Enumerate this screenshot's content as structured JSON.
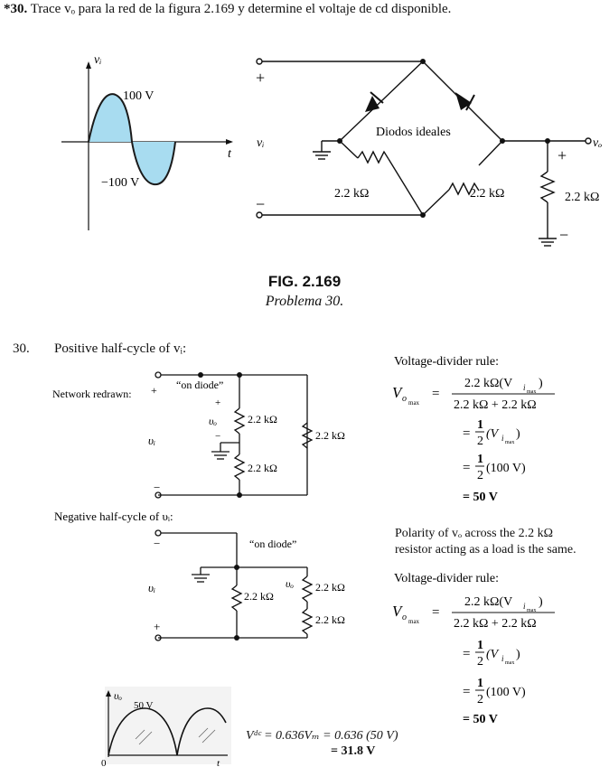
{
  "problem": {
    "number": "*30.",
    "text": "Trace vₒ para la red de la figura 2.169 y determine el voltaje de cd disponible."
  },
  "figure": {
    "input_wave": {
      "axis_v": "vᵢ",
      "axis_t": "t",
      "peak_pos": "100 V",
      "peak_neg": "−100 V"
    },
    "circuit": {
      "plus": "+",
      "minus": "−",
      "vi": "vᵢ",
      "diodes": "Diodos ideales",
      "r1": "2.2 kΩ",
      "r2": "2.2 kΩ",
      "r3": "2.2 kΩ",
      "vo": "vₒ",
      "out_plus": "+",
      "out_minus": "−"
    },
    "caption": "FIG. 2.169",
    "subcaption": "Problema 30."
  },
  "solution": {
    "number": "30.",
    "heading": "Positive half-cycle of vᵢ:",
    "pos_circuit": {
      "label": "Network redrawn:",
      "plus": "+",
      "on_diode": "“on diode”",
      "vo_plus": "+",
      "vo": "υₒ",
      "vo_minus": "−",
      "vi": "υᵢ",
      "minus": "−",
      "r_top": "2.2 kΩ",
      "r_bottom": "2.2 kΩ",
      "r_right": "2.2 kΩ"
    },
    "neg_heading": "Negative half-cycle of υᵢ:",
    "neg_circuit": {
      "minus": "−",
      "on_diode": "“on diode”",
      "vi": "υᵢ",
      "plus": "+",
      "r_left": "2.2 kΩ",
      "vo": "υₒ",
      "r_right_top": "2.2 kΩ",
      "r_right_bottom": "2.2 kΩ"
    },
    "eq1": {
      "title": "Voltage-divider rule:",
      "lhs": "V",
      "lhs_sub": "o",
      "lhs_subsub": "max",
      "eq": "=",
      "num": "2.2 kΩ(V",
      "num_sub": "i",
      "num_subsub": "max",
      "num_close": ")",
      "den": "2.2 kΩ + 2.2 kΩ",
      "l2_eq": "=",
      "l2_num": "1",
      "l2_den": "2",
      "l2_rest": "(V",
      "l2_sub": "i",
      "l2_subsub": "max",
      "l2_close": ")",
      "l3_eq": "=",
      "l3_num": "1",
      "l3_den": "2",
      "l3_rest": "(100 V)",
      "l4": "= 50 V"
    },
    "polarity_note_1": "Polarity of vₒ across the 2.2 kΩ",
    "polarity_note_2": "resistor acting as a load is the same.",
    "eq2": {
      "title": "Voltage-divider rule:",
      "lhs": "V",
      "lhs_sub": "o",
      "lhs_subsub": "max",
      "eq": "=",
      "num": "2.2 kΩ(V",
      "num_sub": "i",
      "num_subsub": "max",
      "num_close": ")",
      "den": "2.2 kΩ + 2.2 kΩ",
      "l2_eq": "=",
      "l2_num": "1",
      "l2_den": "2",
      "l2_rest": "(V",
      "l2_sub": "i",
      "l2_subsub": "max",
      "l2_close": ")",
      "l3_eq": "=",
      "l3_num": "1",
      "l3_den": "2",
      "l3_rest": "(100 V)",
      "l4": "= 50 V"
    },
    "output_wave": {
      "axis_v": "υₒ",
      "peak": "50 V",
      "origin": "0",
      "axis_t": "t"
    },
    "vdc_line": "Vᵈᶜ = 0.636Vₘ = 0.636 (50 V)",
    "vdc_result": "= 31.8 V"
  },
  "colors": {
    "wave_fill": "#a8dcf0",
    "wave_stroke": "#1a1a1a"
  }
}
